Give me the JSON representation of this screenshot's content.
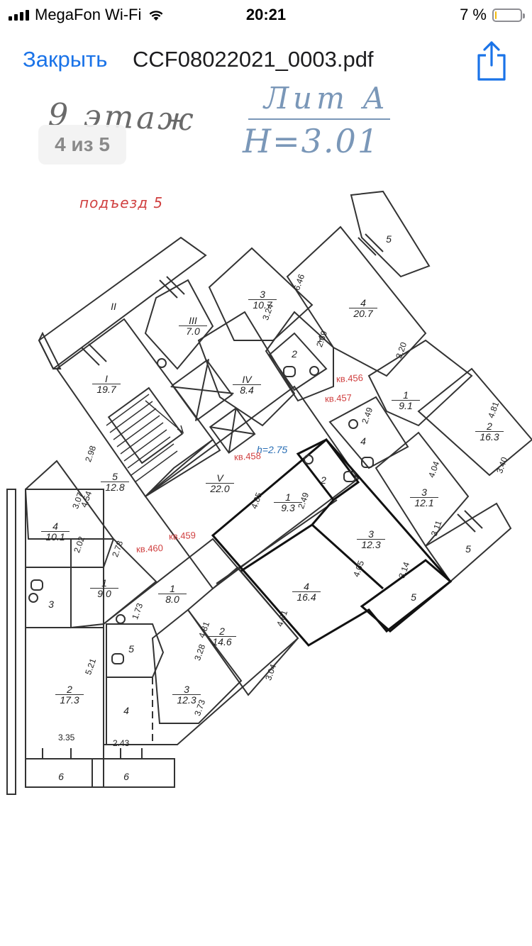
{
  "status_bar": {
    "carrier": "MegaFon Wi-Fi",
    "time": "20:21",
    "battery_percent": "7 %",
    "battery_level": 0.07
  },
  "nav": {
    "close_label": "Закрыть",
    "file_title": "CCF08022021_0003.pdf",
    "share_icon": "share-icon"
  },
  "page_indicator": "4 из 5",
  "plan": {
    "floor_label": "9 этаж",
    "lit_label": "Лит А",
    "height_label": "H=3.01",
    "entrance_label": "подъезд 5",
    "h_label": "h=2.75",
    "apartments": [
      "кв.456",
      "кв.457",
      "кв.458",
      "кв.459",
      "кв.460"
    ],
    "room_labels": [
      {
        "num": "II",
        "area": ""
      },
      {
        "num": "III",
        "area": "7.0"
      },
      {
        "num": "I",
        "area": "19.7"
      },
      {
        "num": "IV",
        "area": "8.4"
      },
      {
        "num": "V",
        "area": "22.0"
      },
      {
        "num": "3",
        "area": "10.7"
      },
      {
        "num": "4",
        "area": "20.7"
      },
      {
        "num": "1",
        "area": ""
      },
      {
        "num": "2",
        "area": ""
      },
      {
        "num": "1",
        "area": "9.1"
      },
      {
        "num": "2",
        "area": "16.3"
      },
      {
        "num": "4",
        "area": ""
      },
      {
        "num": "3",
        "area": "12.1"
      },
      {
        "num": "5",
        "area": ""
      },
      {
        "num": "5",
        "area": ""
      },
      {
        "num": "1",
        "area": "9.3"
      },
      {
        "num": "2",
        "area": ""
      },
      {
        "num": "3",
        "area": "12.3"
      },
      {
        "num": "4",
        "area": "16.4"
      },
      {
        "num": "5",
        "area": ""
      },
      {
        "num": "5",
        "area": "12.8"
      },
      {
        "num": "4",
        "area": "10.1"
      },
      {
        "num": "1",
        "area": "9.0"
      },
      {
        "num": "3",
        "area": ""
      },
      {
        "num": "1",
        "area": "8.0"
      },
      {
        "num": "2",
        "area": "14.6"
      },
      {
        "num": "5",
        "area": ""
      },
      {
        "num": "3",
        "area": "12.3"
      },
      {
        "num": "2",
        "area": "17.3"
      },
      {
        "num": "4",
        "area": ""
      },
      {
        "num": "6",
        "area": ""
      },
      {
        "num": "6",
        "area": ""
      }
    ],
    "dimensions": [
      "6.46",
      "3.24",
      "2.69",
      "3.20",
      "4.81",
      "2.49",
      "3.40",
      "4.04",
      "2.98",
      "4.54",
      "3.07",
      "2.02",
      "2.78",
      "4.85",
      "2.49",
      "4.05",
      "3.14",
      "3.11",
      "4.81",
      "1.73",
      "4.81",
      "3.28",
      "3.04",
      "3.73",
      "5.21",
      "3.35",
      "2.43"
    ]
  }
}
